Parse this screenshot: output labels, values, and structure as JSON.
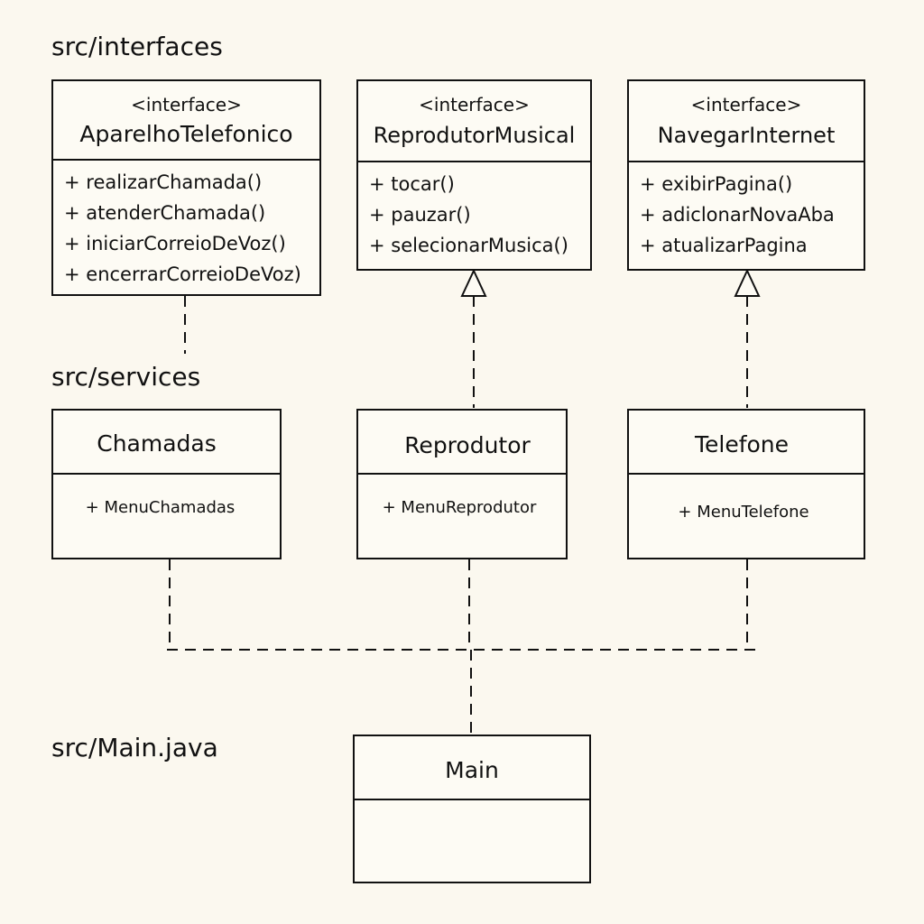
{
  "sections": {
    "interfaces": "src/interfaces",
    "services": "src/services",
    "main": "src/Main.java"
  },
  "interfaces": [
    {
      "stereotype": "<interface>",
      "name": "AparelhoTelefonico",
      "methods": [
        "+ realizarChamada()",
        "+ atenderChamada()",
        "+ iniciarCorreioDeVoz()",
        "+ encerrarCorreioDeVoz)"
      ]
    },
    {
      "stereotype": "<interface>",
      "name": "ReprodutorMusical",
      "methods": [
        "+ tocar()",
        "+ pauzar()",
        "+ selecionarMusica()"
      ]
    },
    {
      "stereotype": "<interface>",
      "name": "NavegarInternet",
      "methods": [
        "+ exibirPagina()",
        "+ adiclonarNovaAba",
        "+ atualizarPagina"
      ]
    }
  ],
  "services": [
    {
      "name": "Chamadas",
      "member": "+ MenuChamadas"
    },
    {
      "name": "Reprodutor",
      "member": "+ MenuReprodutor"
    },
    {
      "name": "Telefone",
      "member": "+ MenuTelefone"
    }
  ],
  "main": {
    "name": "Main"
  }
}
